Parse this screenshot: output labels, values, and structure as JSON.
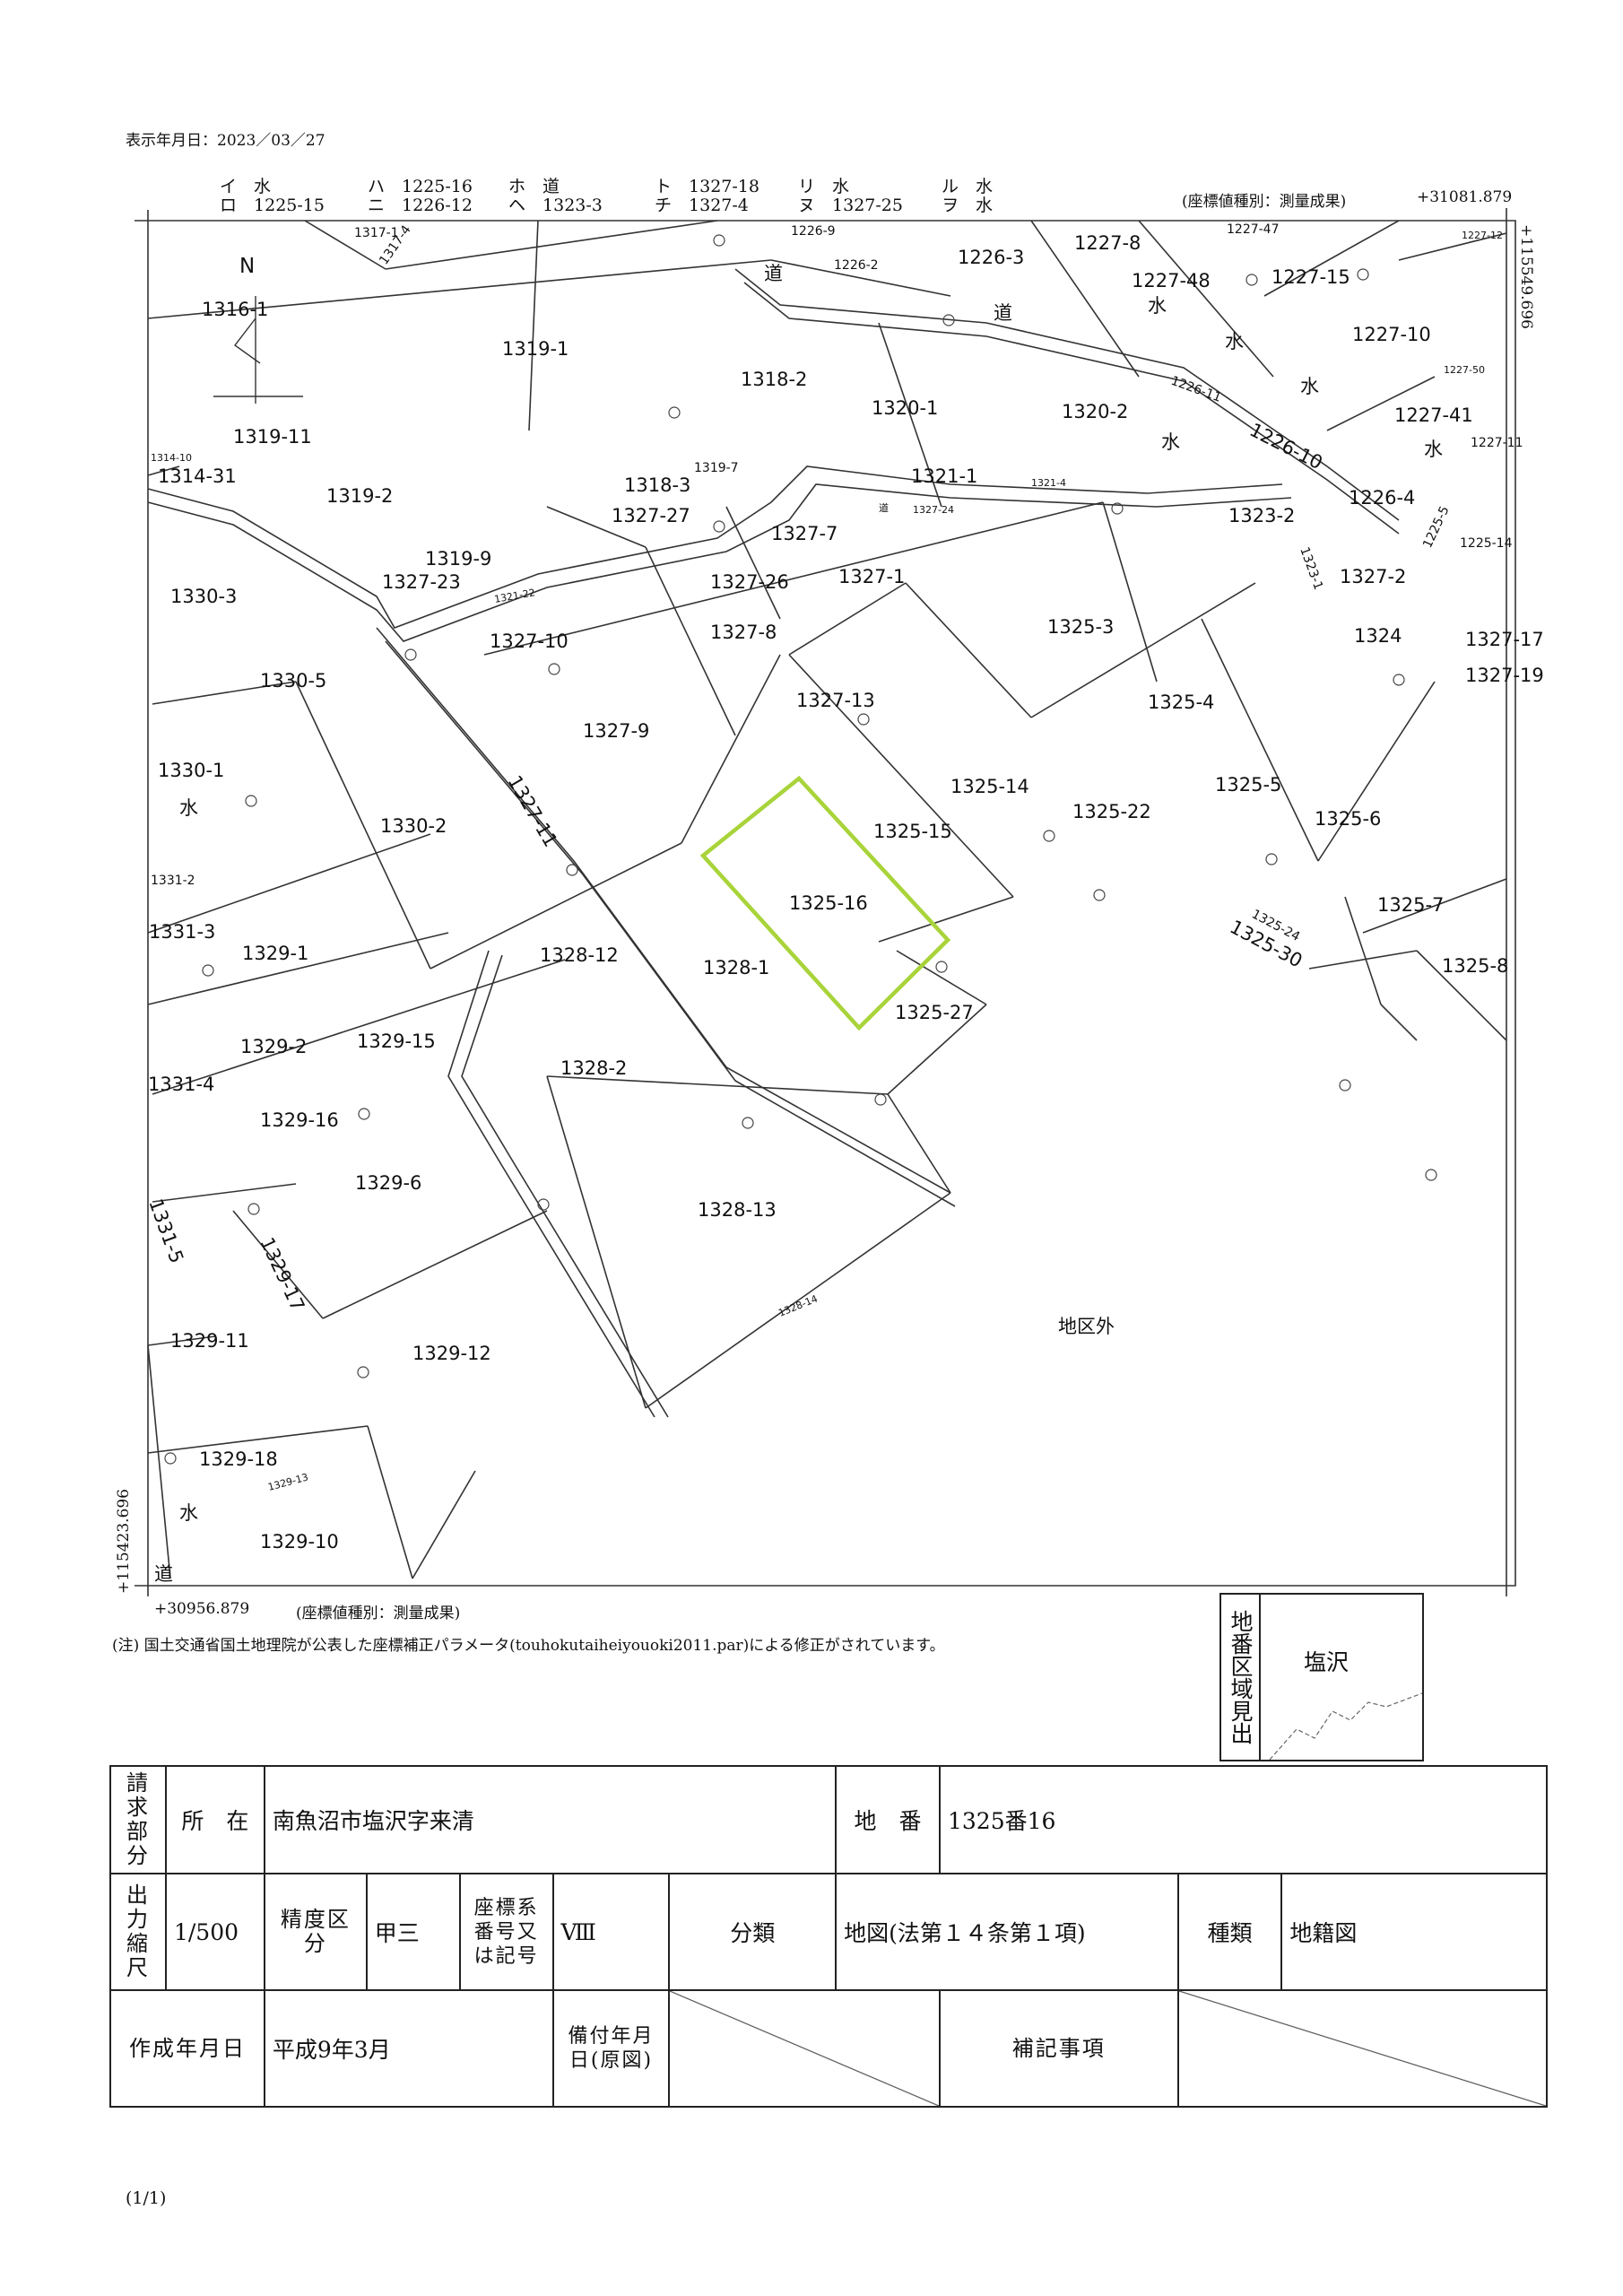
{
  "header": {
    "date_line": "表示年月日：2023／03／27",
    "legend": [
      {
        "k": "イ",
        "v": "水"
      },
      {
        "k": "ロ",
        "v": "1225-15"
      },
      {
        "k": "ハ",
        "v": "1225-16"
      },
      {
        "k": "ニ",
        "v": "1226-12"
      },
      {
        "k": "ホ",
        "v": "道"
      },
      {
        "k": "ヘ",
        "v": "1323-3"
      },
      {
        "k": "ト",
        "v": "1327-18"
      },
      {
        "k": "チ",
        "v": "1327-4"
      },
      {
        "k": "リ",
        "v": "水"
      },
      {
        "k": "ヌ",
        "v": "1327-25"
      },
      {
        "k": "ル",
        "v": "水"
      },
      {
        "k": "ヲ",
        "v": "水"
      }
    ],
    "coord_type_top": "(座標値種別：測量成果)",
    "coord_top_right": "+31081.879",
    "coord_right_vertical": "+115549.696",
    "coord_left_vertical": "+115423.696",
    "coord_bottom_left": "+30956.879",
    "coord_type_bottom": "(座標値種別：測量成果)"
  },
  "map": {
    "north": "N",
    "outside_area": "地区外",
    "highlighted_parcel": "1325-16",
    "parcels": [
      "1317-1",
      "1317-4",
      "1316-1",
      "1319-1",
      "1318-2",
      "1226-9",
      "1226-2",
      "1226-3",
      "1227-8",
      "1227-47",
      "1227-12",
      "1227-48",
      "1227-15",
      "1227-10",
      "1226-11",
      "1227-50",
      "1227-41",
      "1227-11",
      "1320-1",
      "1320-2",
      "1226-10",
      "1319-11",
      "1314-10",
      "1314-31",
      "1319-2",
      "1318-3",
      "1319-7",
      "1327-27",
      "1321-1",
      "1321-4",
      "1327-24",
      "1323-2",
      "1226-4",
      "1225-5",
      "1225-14",
      "1323-1",
      "1327-2",
      "1319-9",
      "1327-23",
      "1321-22",
      "1327-7",
      "1327-26",
      "1327-8",
      "1327-1",
      "1325-3",
      "1324",
      "1327-17",
      "1327-19",
      "1330-3",
      "1327-10",
      "1330-5",
      "1327-9",
      "1327-13",
      "1325-4",
      "1330-1",
      "1330-2",
      "1327-11",
      "1325-14",
      "1325-22",
      "1325-5",
      "1325-6",
      "1325-15",
      "1331-2",
      "1331-3",
      "1325-24",
      "1325-30",
      "1325-7",
      "1329-1",
      "1328-12",
      "1328-1",
      "1325-27",
      "1325-8",
      "1329-2",
      "1329-15",
      "1331-4",
      "1328-2",
      "1329-16",
      "1331-5",
      "1329-6",
      "1328-13",
      "1329-17",
      "1328-14",
      "1329-11",
      "1329-12",
      "1329-18",
      "1329-13",
      "1329-10"
    ],
    "water": "水",
    "road": "道"
  },
  "note": "(注) 国土交通省国土地理院が公表した座標補正パラメータ(touhokutaiheiyouoki2011.par)による修正がされています。",
  "district_key": {
    "title": "地番区域見出",
    "name": "塩沢"
  },
  "info": {
    "request_label": "請求部分",
    "location_label": "所　在",
    "location": "南魚沼市塩沢字来清",
    "lot_label": "地　番",
    "lot": "1325番16",
    "scale_label": "出力縮尺",
    "scale": "1/500",
    "accuracy_label": "精度区分",
    "accuracy": "甲三",
    "coord_sys_label": "座標系番号又は記号",
    "coord_sys": "Ⅷ",
    "class_label": "分類",
    "class": "地図(法第１４条第１項)",
    "kind_label": "種類",
    "kind": "地籍図",
    "created_label": "作成年月日",
    "created": "平成9年3月",
    "remark_date_label": "備付年月日(原図)",
    "notes_label": "補記事項"
  },
  "page_footer": "(1/1)"
}
